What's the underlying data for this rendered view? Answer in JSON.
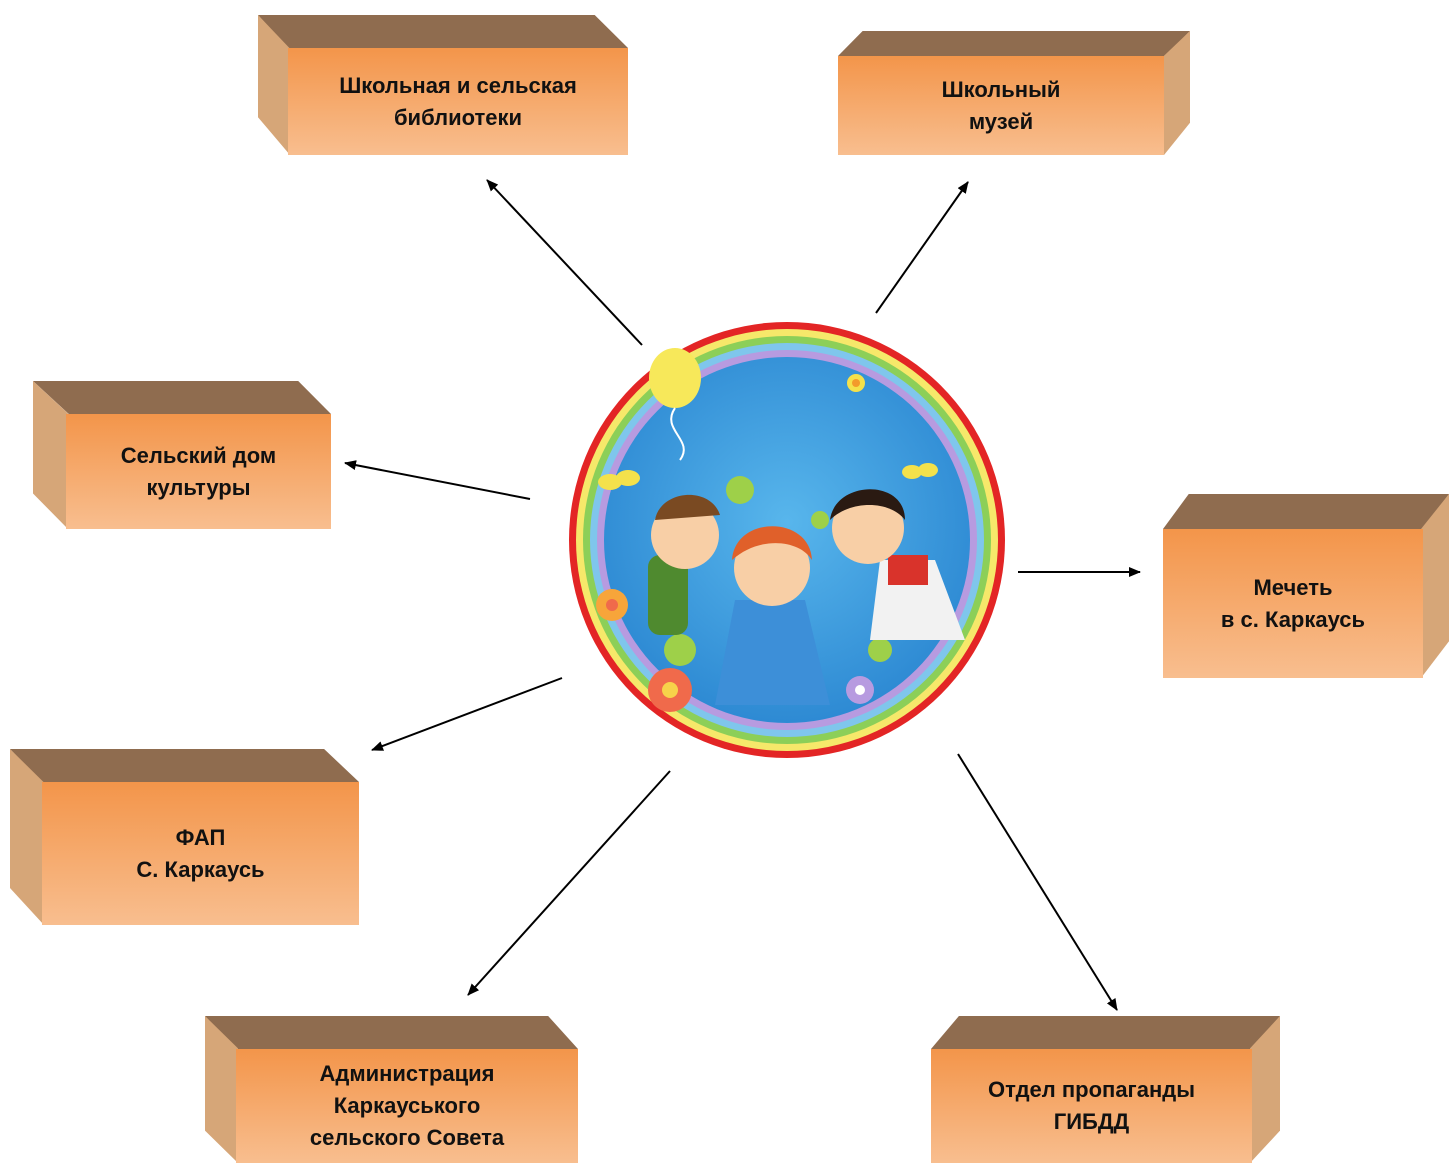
{
  "diagram": {
    "center_image": "children-rainbow-circle",
    "colors": {
      "box_front_top": "#f3954a",
      "box_front_bottom": "#f8be8f",
      "box_top": "#8f6c4f",
      "box_side": "#d6a678",
      "arrow": "#000000"
    },
    "nodes": [
      {
        "id": "libraries",
        "label": "Школьная и сельская\nбиблиотеки"
      },
      {
        "id": "museum",
        "label": "Школьный\nмузей"
      },
      {
        "id": "culture-house",
        "label": "Сельский дом\nкультуры"
      },
      {
        "id": "mosque",
        "label": "Мечеть\nв с. Каркаусь"
      },
      {
        "id": "fap",
        "label": "ФАП\nС. Каркаусь"
      },
      {
        "id": "administration",
        "label": "Администрация\nКаркауського\nсельского Совета"
      },
      {
        "id": "gibdd",
        "label": "Отдел пропаганды\nГИБДД"
      }
    ]
  }
}
